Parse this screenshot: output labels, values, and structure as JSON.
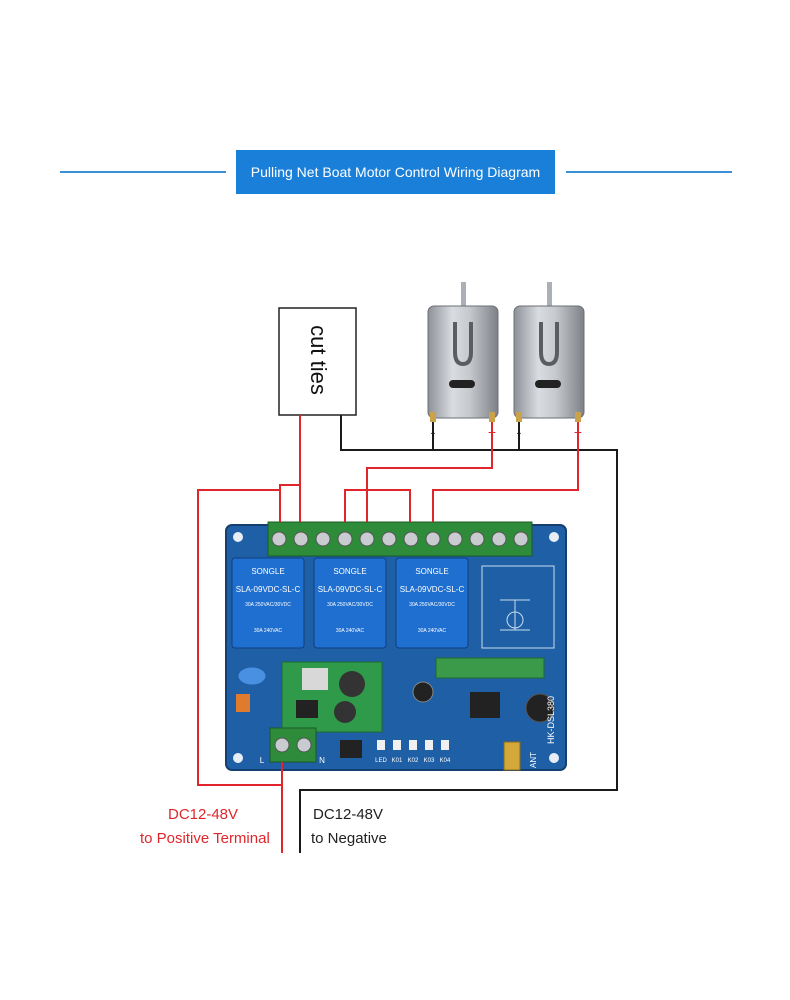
{
  "header": {
    "title": "Pulling Net Boat Motor Control Wiring Diagram"
  },
  "box": {
    "label": "cut ties"
  },
  "motors": [
    {
      "neg": "-",
      "pos": "+"
    },
    {
      "neg": "-",
      "pos": "+"
    }
  ],
  "relays": [
    {
      "brand": "SONGLE",
      "model": "SLA-09VDC-SL-C",
      "spec1": "30A 250VAC/30VDC",
      "spec2": "30A 240VAC"
    },
    {
      "brand": "SONGLE",
      "model": "SLA-09VDC-SL-C",
      "spec1": "30A 250VAC/30VDC",
      "spec2": "30A 240VAC"
    },
    {
      "brand": "SONGLE",
      "model": "SLA-09VDC-SL-C",
      "spec1": "30A 250VAC/30VDC",
      "spec2": "30A 240VAC"
    }
  ],
  "board": {
    "model": "HK-DSL380",
    "ant": "ANT",
    "terminal_l": "L",
    "terminal_n": "N",
    "leds": [
      "LED",
      "K01",
      "K02",
      "K03",
      "K04"
    ]
  },
  "labels": {
    "positive_line1": "DC12-48V",
    "positive_line2": "to Positive Terminal",
    "negative_line1": "DC12-48V",
    "negative_line2": "to Negative"
  },
  "colors": {
    "accent": "#1a7fd8",
    "positive_wire": "#e0262b",
    "negative_wire": "#1a1a1a",
    "pcb": "#1e5fa5"
  }
}
